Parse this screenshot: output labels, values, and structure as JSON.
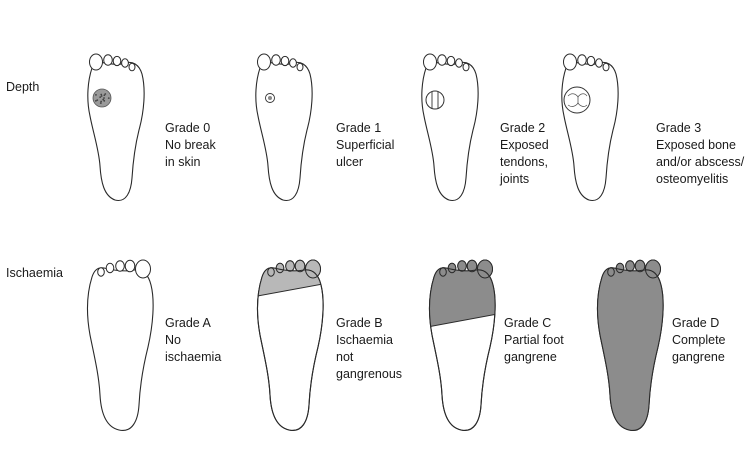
{
  "rows": {
    "depth": {
      "label": "Depth",
      "grades": [
        {
          "lines": [
            "Grade 0",
            "No break",
            "in skin"
          ],
          "lesion": "callus"
        },
        {
          "lines": [
            "Grade 1",
            "Superficial",
            "ulcer"
          ],
          "lesion": "superficial-ulcer"
        },
        {
          "lines": [
            "Grade 2",
            "Exposed",
            "tendons,",
            "joints"
          ],
          "lesion": "tendon-exposure"
        },
        {
          "lines": [
            "Grade 3",
            "Exposed bone",
            "and/or abscess/",
            "osteomyelitis"
          ],
          "lesion": "bone-exposure"
        }
      ]
    },
    "ischaemia": {
      "label": "Ischaemia",
      "grades": [
        {
          "lines": [
            "Grade A",
            "No",
            "ischaemia"
          ],
          "gangrene_fraction": 0
        },
        {
          "lines": [
            "Grade B",
            "Ischaemia",
            "not",
            "gangrenous"
          ],
          "gangrene_fraction": 0.2
        },
        {
          "lines": [
            "Grade C",
            "Partial foot",
            "gangrene"
          ],
          "gangrene_fraction": 0.37
        },
        {
          "lines": [
            "Grade D",
            "Complete",
            "gangrene"
          ],
          "gangrene_fraction": 1
        }
      ]
    }
  },
  "colors": {
    "gangrene": "#8c8c8c",
    "ischaemia": "#b8b8b8",
    "outline": "#2a2a2a"
  }
}
